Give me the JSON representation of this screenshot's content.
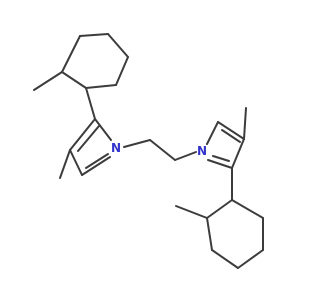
{
  "molecule": {
    "atom_labels": [
      {
        "id": "N1",
        "text": "N",
        "color": "#3333cc"
      },
      {
        "id": "N2",
        "text": "N",
        "color": "#3333cc"
      }
    ],
    "bond_color": "#3c3c3c"
  }
}
